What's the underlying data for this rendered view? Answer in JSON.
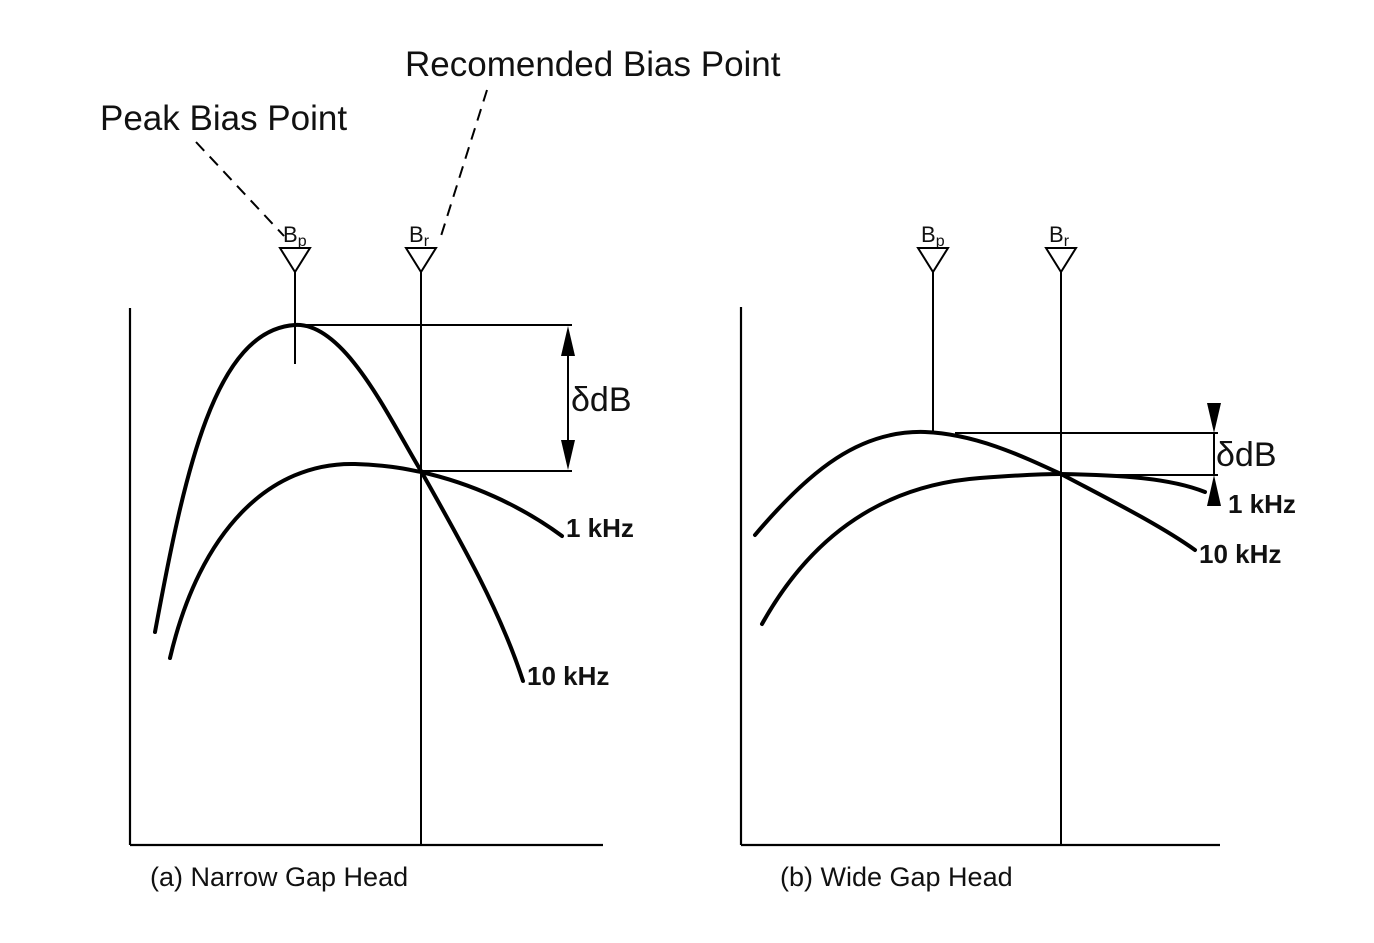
{
  "callouts": {
    "peak": "Peak Bias Point",
    "recommended": "Recomended Bias Point"
  },
  "markers": {
    "bp": {
      "base": "B",
      "sub": "p"
    },
    "br": {
      "base": "B",
      "sub": "r"
    }
  },
  "panels": [
    {
      "id": "a",
      "caption": "(a) Narrow Gap Head",
      "delta_label": "δdB",
      "curve_labels": {
        "low_freq": "1 kHz",
        "high_freq": "10 kHz"
      }
    },
    {
      "id": "b",
      "caption": "(b) Wide Gap Head",
      "delta_label": "δdB",
      "curve_labels": {
        "low_freq": "1 kHz",
        "high_freq": "10 kHz"
      }
    }
  ],
  "colors": {
    "ink": "#000000",
    "background": "#ffffff"
  }
}
